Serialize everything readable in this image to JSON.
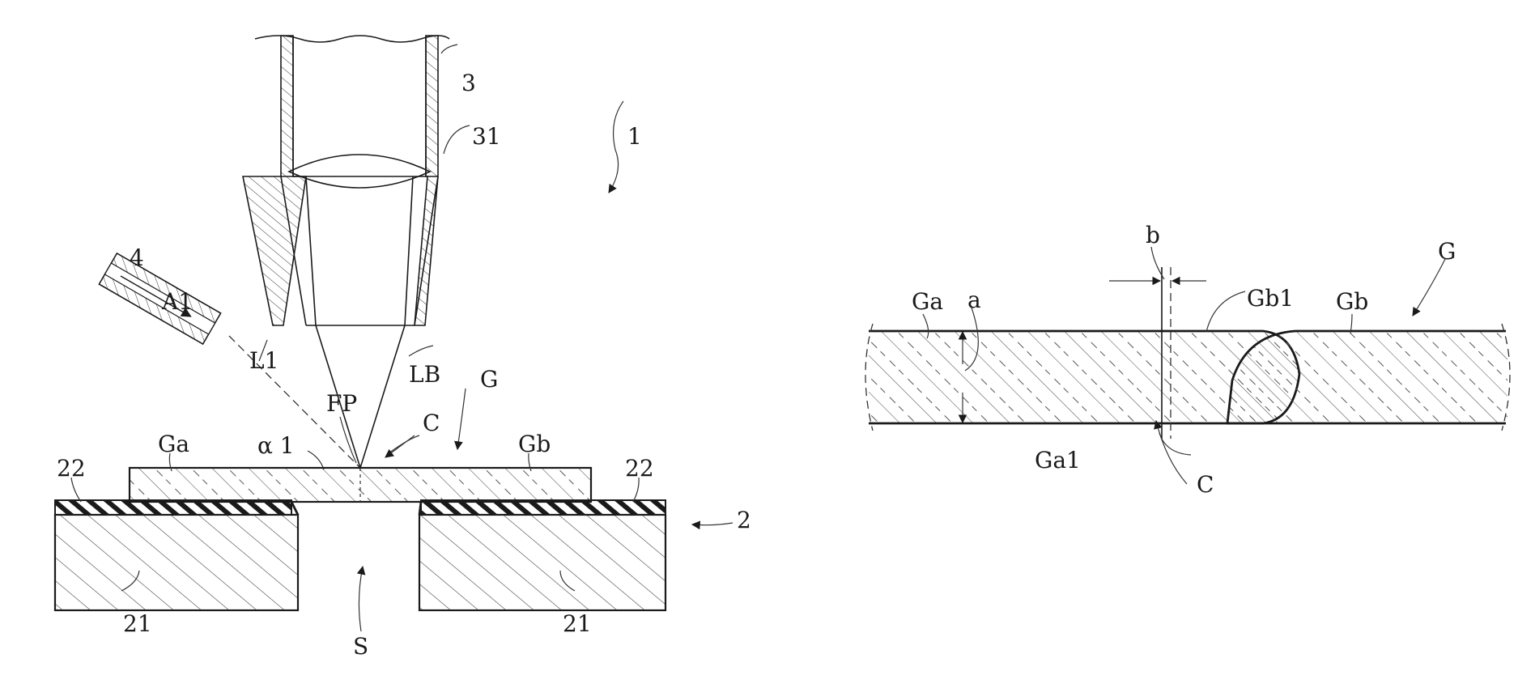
{
  "figure": {
    "left_view": {
      "device_label": "1",
      "nozzle_label": "3",
      "lens_label": "31",
      "gas_nozzle_label": "4",
      "gas_flow_label": "A1",
      "gas_axis_label": "L1",
      "beam_label": "LB",
      "focus_label": "FP",
      "cut_label": "C",
      "glass_label": "G",
      "glass_part_a_label": "Ga",
      "glass_part_b_label": "Gb",
      "angle_label": "α 1",
      "pad_left_label": "22",
      "pad_right_label": "22",
      "table_label": "2",
      "base_left_label": "21",
      "base_right_label": "21",
      "space_label": "S"
    },
    "right_view": {
      "gap_label": "b",
      "glass_label": "G",
      "part_a_label": "Ga",
      "part_b_label": "Gb",
      "thickness_label": "a",
      "edge_b_label": "Gb1",
      "edge_a_label": "Ga1",
      "cut_label": "C"
    }
  }
}
